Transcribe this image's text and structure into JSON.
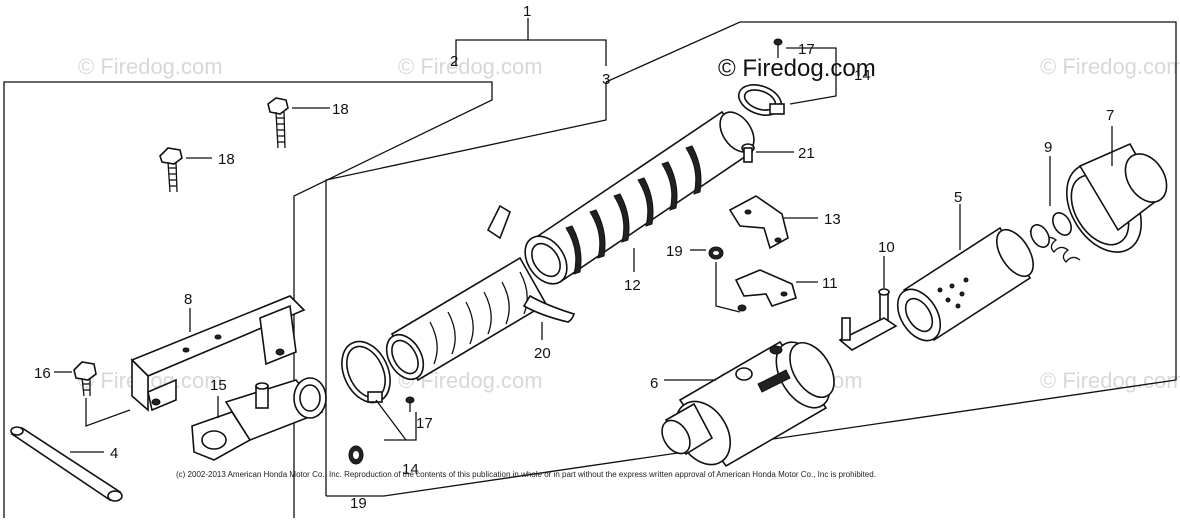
{
  "diagram": {
    "brand_watermark": "© Firedog.com",
    "background_watermark": "© Firedog.com",
    "copyright_notice": "(c) 2002-2013 American Honda Motor Co., Inc. Reproduction of the contents of this publication in whole or in part without the express written approval of American Honda Motor Co., Inc is prohibited.",
    "callouts": {
      "c1": "1",
      "c2": "2",
      "c3": "3",
      "c4": "4",
      "c5": "5",
      "c6": "6",
      "c7": "7",
      "c8": "8",
      "c9": "9",
      "c10": "10",
      "c11": "11",
      "c12": "12",
      "c13": "13",
      "c14a": "14",
      "c14b": "14",
      "c15": "15",
      "c16": "16",
      "c17a": "17",
      "c17b": "17",
      "c18a": "18",
      "c18b": "18",
      "c19a": "19",
      "c19b": "19",
      "c20": "20",
      "c21": "21"
    }
  }
}
